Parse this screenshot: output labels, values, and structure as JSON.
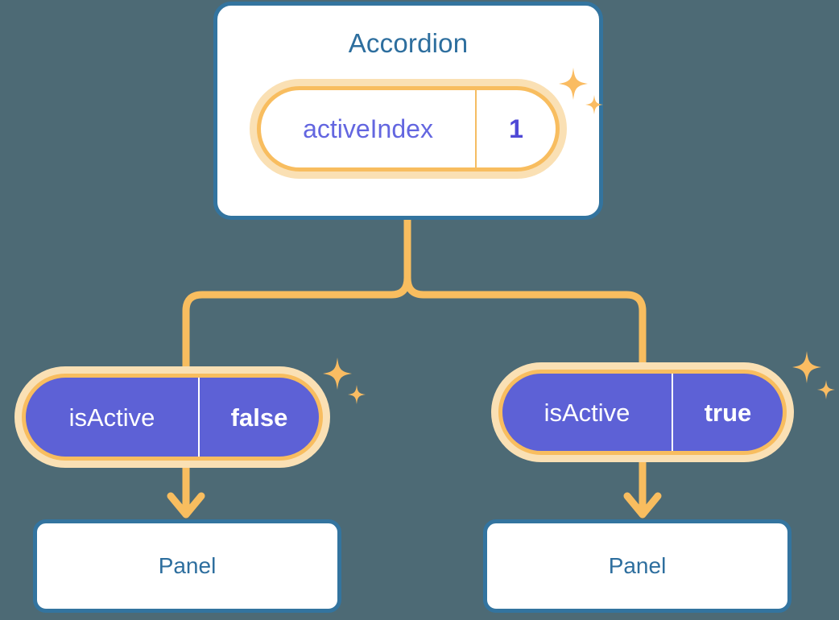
{
  "diagram": {
    "type": "component-state-tree",
    "background_color": "#4d6a75",
    "accent_yellow": "#f8bd5f",
    "accent_cream": "#fae0b4",
    "accent_blue": "#33749f",
    "accent_purple": "#5d61d6",
    "title_color": "#2d6e9e"
  },
  "root": {
    "title": "Accordion",
    "state_pill": {
      "key": "activeIndex",
      "value": "1"
    },
    "sparkle_icon": "sparkles-icon"
  },
  "children": [
    {
      "id": "left",
      "prop_pill": {
        "key": "isActive",
        "value": "false"
      },
      "sparkle_icon": "sparkles-icon",
      "panel": {
        "title": "Panel"
      }
    },
    {
      "id": "right",
      "prop_pill": {
        "key": "isActive",
        "value": "true"
      },
      "sparkle_icon": "sparkles-icon",
      "panel": {
        "title": "Panel"
      }
    }
  ]
}
